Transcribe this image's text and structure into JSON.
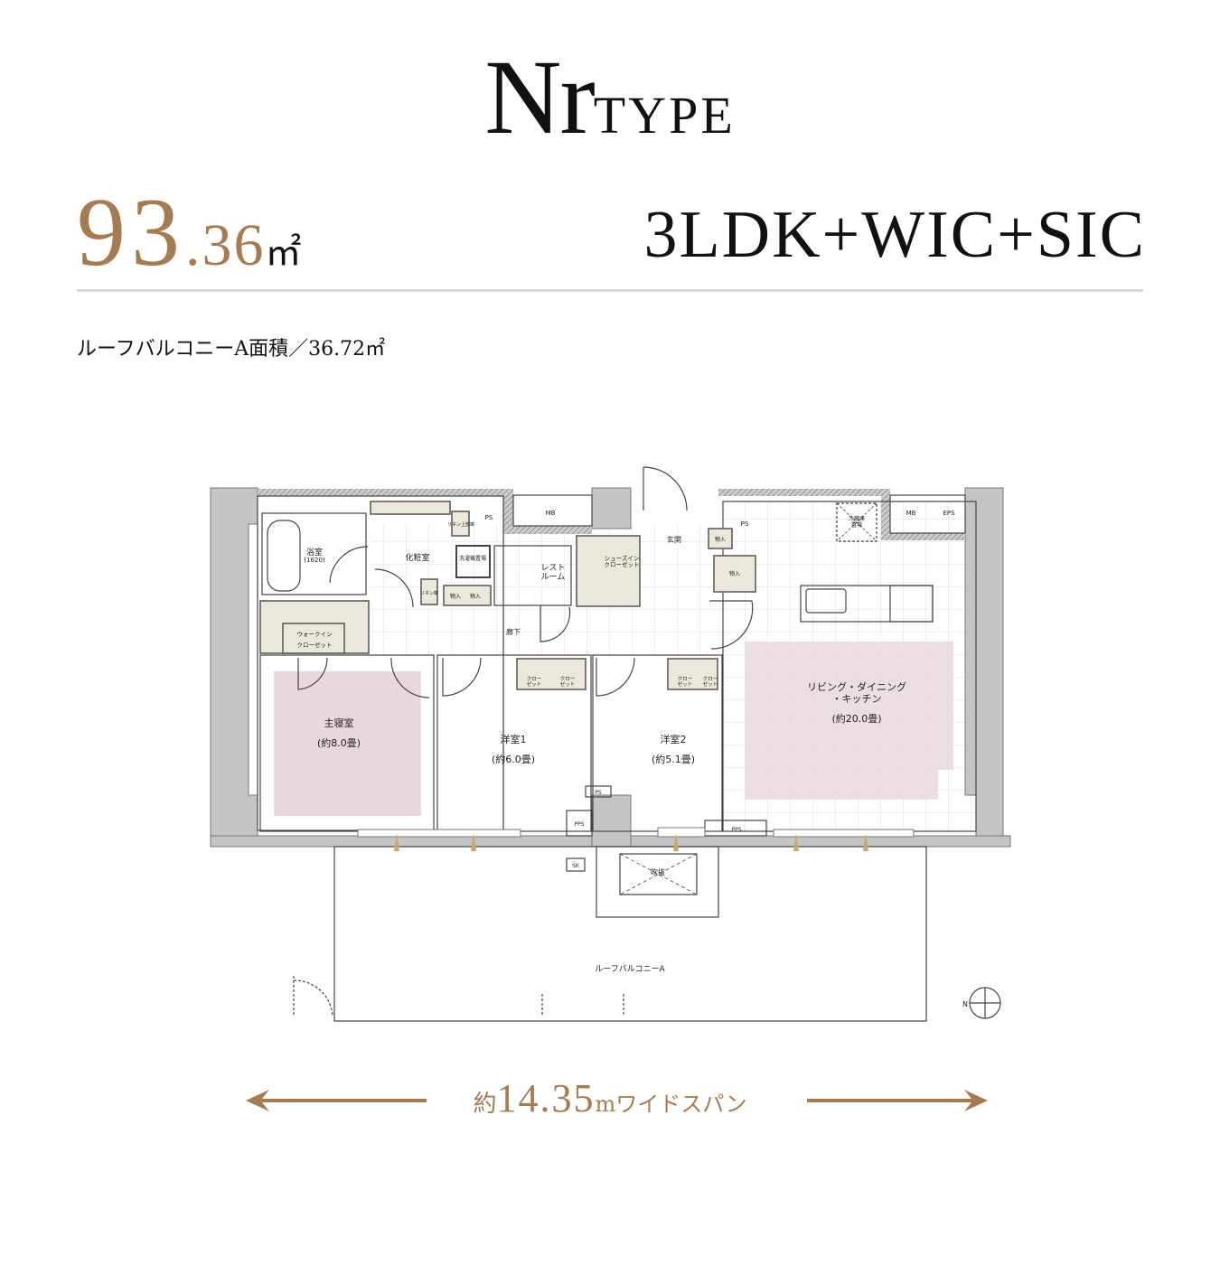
{
  "header": {
    "type_main": "Nr",
    "type_suffix": "TYPE"
  },
  "area": {
    "int": "93",
    "dot": ".",
    "dec": "36",
    "unit": "㎡"
  },
  "layout": "3LDK+WIC+SIC",
  "roof_balcony_area": "ルーフバルコニーA面積／36.72㎡",
  "plan": {
    "rooms": {
      "bath": "浴室",
      "bath_size": "(1620)",
      "powder": "化粧室",
      "linen_upper": "リネン上部庫",
      "linen": "リネン庫",
      "washer": "洗濯機置場",
      "restroom_1": "レスト",
      "restroom_2": "ルーム",
      "ps1": "PS",
      "mb1": "MB",
      "shoes_1": "シューズイン",
      "shoes_2": "クローゼット",
      "entrance": "玄関",
      "storage": "物入",
      "ps2": "PS",
      "fridge_1": "冷蔵庫",
      "fridge_2": "置場",
      "mb2": "MB",
      "eps": "EPS",
      "wic_1": "ウォークイン",
      "wic_2": "クローゼット",
      "hallway": "廊下",
      "master": "主寝室",
      "master_size": "(約8.0畳)",
      "western1": "洋室1",
      "western1_size": "(約6.0畳)",
      "western2": "洋室2",
      "western2_size": "(約5.1畳)",
      "ldk_1": "リビング・ダイニング",
      "ldk_2": "・キッチン",
      "ldk_size": "(約20.0畳)",
      "closet_1": "クロー",
      "closet_2": "ゼット",
      "ps3": "PS",
      "pps": "PPS",
      "sk": "SK",
      "void": "吹抜",
      "roof_balcony": "ルーフバルコニーA",
      "north": "N"
    },
    "colors": {
      "wall": "#c4c4c4",
      "room_tint": "#e8d8dc",
      "storage": "#ebe7db",
      "accent": "#a57c52"
    }
  },
  "span": {
    "pre": "約",
    "num": "14.35",
    "post": "mワイドスパン"
  }
}
